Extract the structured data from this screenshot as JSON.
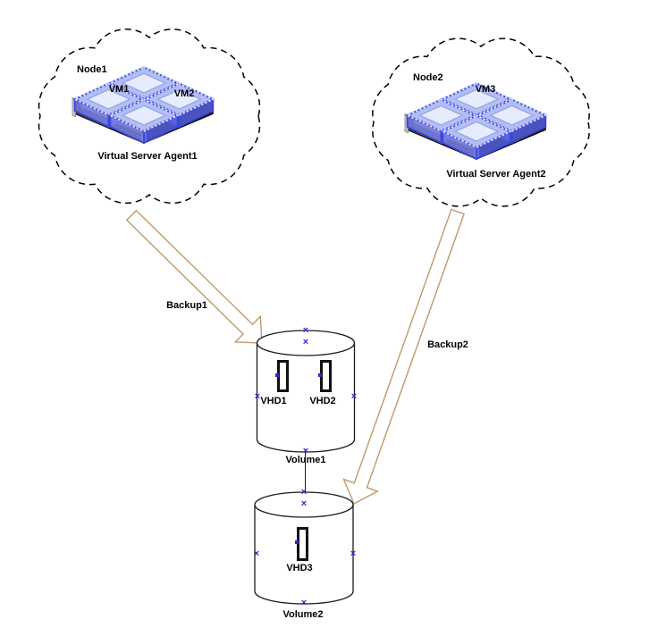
{
  "diagram": {
    "connection_marker": "×",
    "colors": {
      "arrow_outline": "#bf9a6c",
      "connection_point_blue": "#2a2ad0",
      "vm_cube_blue": "#4750e6",
      "line_black": "#1a1a1a"
    },
    "clouds": [
      {
        "node_label": "Node1",
        "agent_label": "Virtual Server Agent1",
        "vms": [
          "VM1",
          "VM2"
        ]
      },
      {
        "node_label": "Node2",
        "agent_label": "Virtual Server Agent2",
        "vms": [
          "VM3"
        ]
      }
    ],
    "volumes": [
      {
        "label": "Volume1",
        "vhds": [
          "VHD1",
          "VHD2"
        ]
      },
      {
        "label": "Volume2",
        "vhds": [
          "VHD3"
        ]
      }
    ],
    "arrows": [
      {
        "label": "Backup1"
      },
      {
        "label": "Backup2"
      }
    ]
  }
}
